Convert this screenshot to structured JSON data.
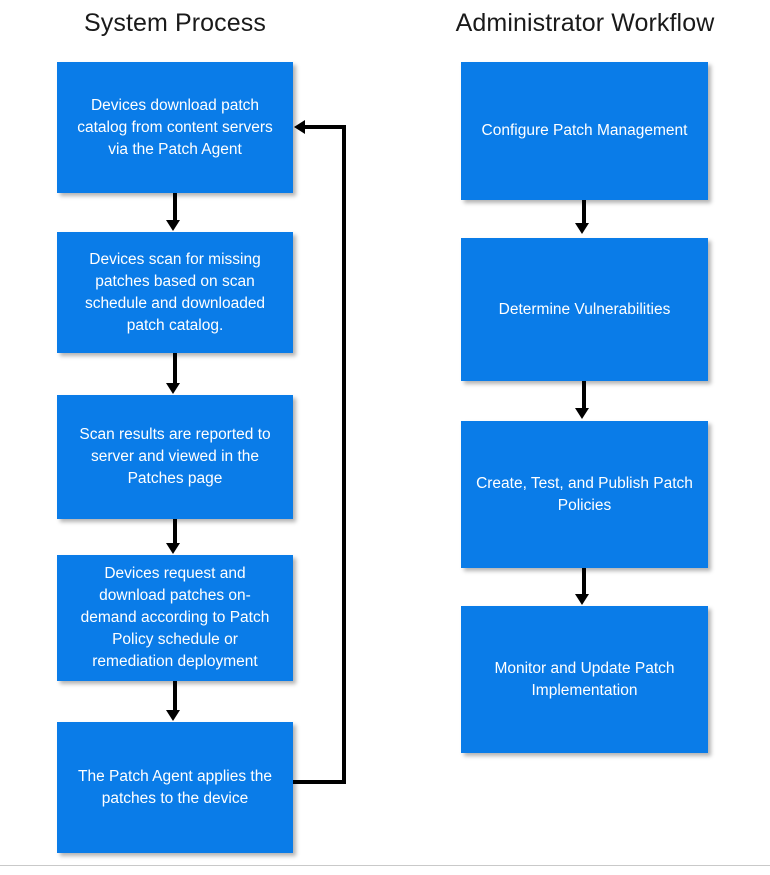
{
  "columns": [
    {
      "id": "system-process",
      "title": "System Process",
      "nodes": [
        {
          "id": "devices-download-patch-catalog",
          "label": "Devices download patch\ncatalog from content servers\nvia the Patch Agent"
        },
        {
          "id": "devices-scan-missing-patches",
          "label": "Devices scan for missing\npatches based on scan\nschedule and downloaded\npatch catalog."
        },
        {
          "id": "scan-results-reported",
          "label": "Scan results are reported to\nserver and viewed in the\nPatches page"
        },
        {
          "id": "devices-request-download-patches",
          "label": "Devices request and\ndownload patches on-\ndemand according to Patch\nPolicy schedule or\nremediation deployment"
        },
        {
          "id": "patch-agent-applies-patches",
          "label": "The Patch Agent applies the\npatches to the device"
        }
      ]
    },
    {
      "id": "administrator-workflow",
      "title": "Administrator Workflow",
      "nodes": [
        {
          "id": "configure-patch-management",
          "label": "Configure Patch Management"
        },
        {
          "id": "determine-vulnerabilities",
          "label": "Determine Vulnerabilities"
        },
        {
          "id": "create-test-publish-patch-policies",
          "label": "Create, Test, and Publish Patch\nPolicies"
        },
        {
          "id": "monitor-update-patch-implementation",
          "label": "Monitor and Update Patch\nImplementation"
        }
      ]
    }
  ],
  "colors": {
    "node_fill": "#0a7ce8",
    "node_text": "#ffffff",
    "connector": "#000000",
    "title_text": "#1a1a1a",
    "background": "#ffffff",
    "footer_rule": "#c9c9c9"
  },
  "connectors": {
    "left_column_flow": "top-to-bottom sequential arrows",
    "feedback_loop": "from The Patch Agent applies the patches to the device back to Devices download patch catalog from content servers via the Patch Agent",
    "right_column_flow": "top-to-bottom sequential arrows"
  }
}
